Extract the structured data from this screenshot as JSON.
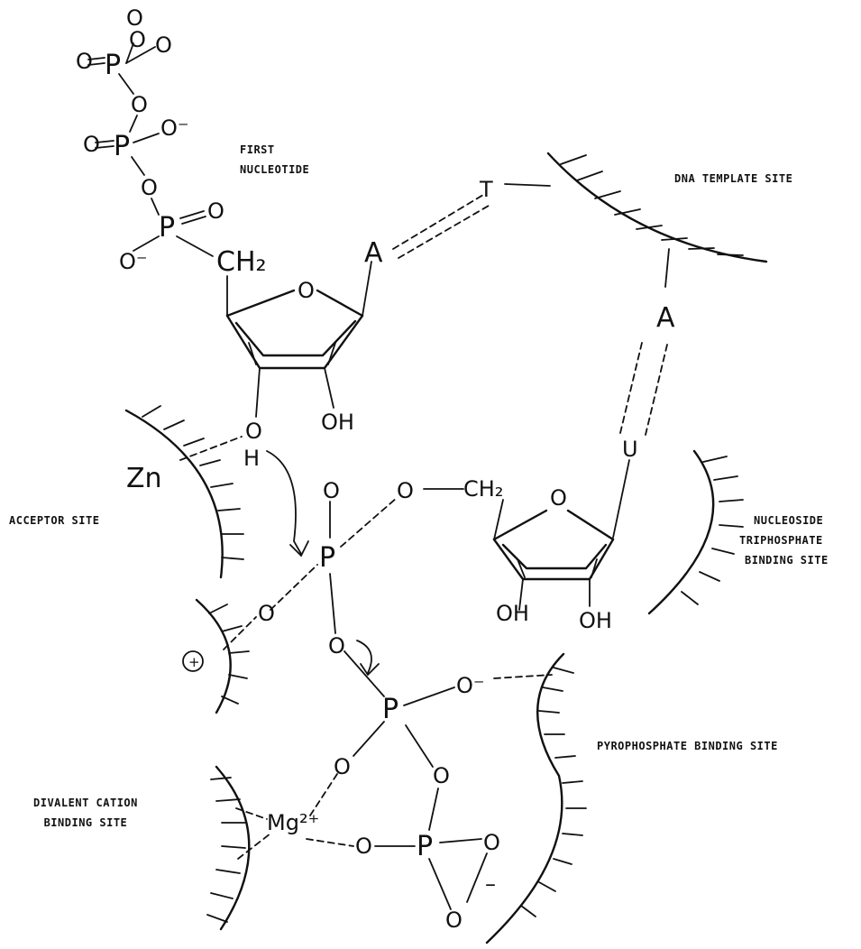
{
  "labels": {
    "first_nucleotide": [
      "FIRST",
      "NUCLEOTIDE"
    ],
    "dna_template_site": "DNA TEMPLATE SITE",
    "acceptor_site": "ACCEPTOR SITE",
    "nucleoside_triphosphate_site": [
      "NUCLEOSIDE",
      "TRIPHOSPHATE",
      "BINDING SITE"
    ],
    "pyrophosphate_site": "PYROPHOSPHATE BINDING SITE",
    "divalent_cation_site": [
      "DIVALENT CATION",
      "BINDING SITE"
    ]
  },
  "atoms": {
    "phosphorus": "P",
    "oxygen": "O",
    "oxygen_anion": "O⁻",
    "minus": "–",
    "ch2": "CH₂",
    "hydroxyl": "OH",
    "hydrogen": "H",
    "zinc": "Zn",
    "magnesium": "Mg²⁺",
    "positive": "+",
    "base_adenine": "A",
    "base_thymine": "T",
    "base_uracil": "U"
  }
}
